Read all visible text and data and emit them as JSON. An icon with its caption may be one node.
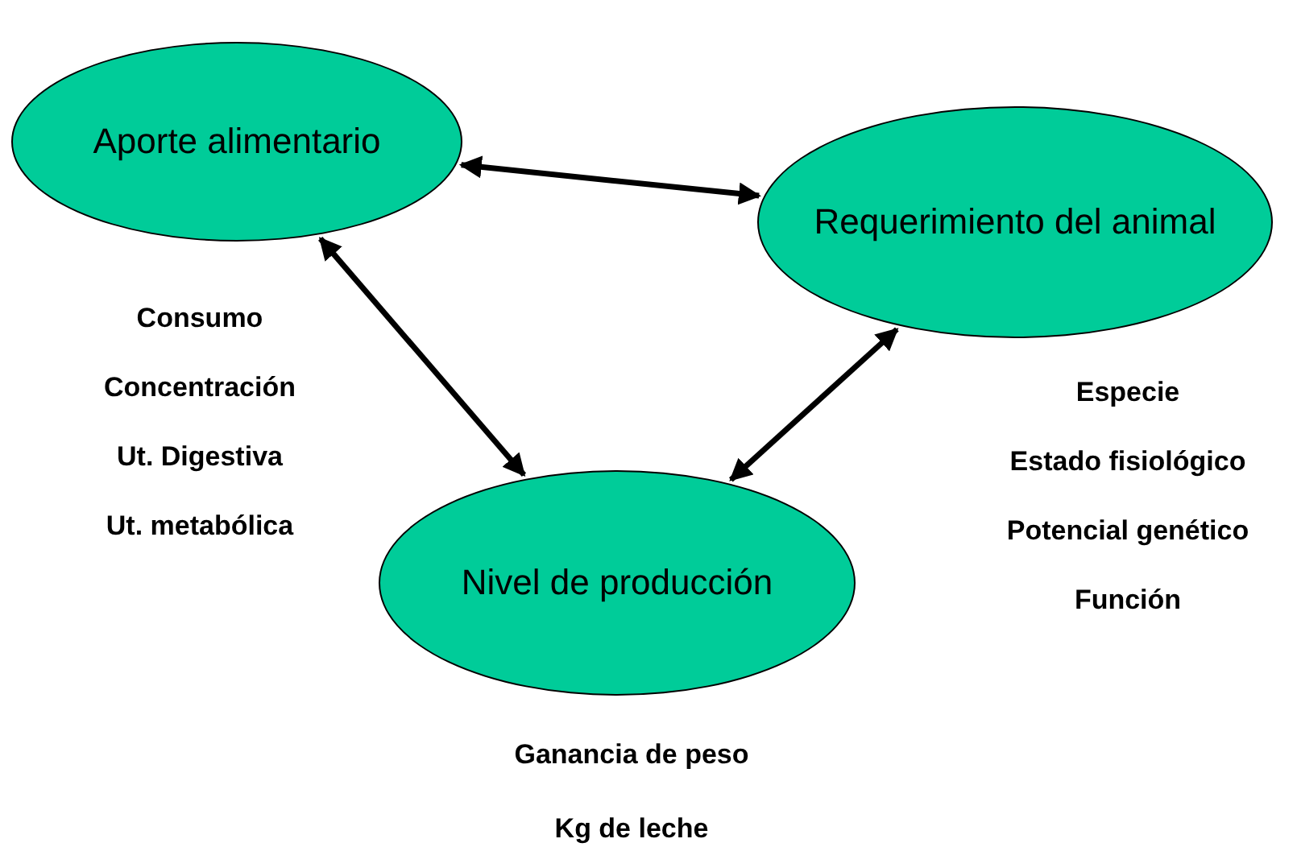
{
  "diagram": {
    "nodes": [
      {
        "text": [
          "Aporte alimentario"
        ],
        "beside": [
          "Consumo",
          "Concentración",
          "Ut. Digestiva",
          "Ut. metabólica"
        ]
      },
      {
        "text": [
          "Requerimiento del animal"
        ],
        "beside": [
          "Especie",
          "Estado fisiológico",
          "Potencial genético",
          "Función"
        ]
      },
      {
        "text": [
          "Nivel de producción"
        ],
        "beside": [
          "Ganancia de peso",
          "Kg de leche"
        ]
      }
    ],
    "edges": [
      {
        "from": 0,
        "to": 1,
        "arrow": "both"
      },
      {
        "from": 0,
        "to": 2,
        "arrow": "both"
      },
      {
        "from": 2,
        "to": 1,
        "arrow": "both"
      }
    ]
  }
}
